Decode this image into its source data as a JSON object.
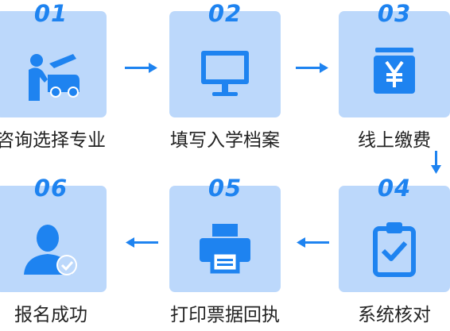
{
  "colors": {
    "accent": "#1e83f0",
    "box": "#bcd8fb",
    "text": "#222222"
  },
  "steps": [
    {
      "number": "01",
      "label": "咨询选择专业",
      "icon": "car-service-icon"
    },
    {
      "number": "02",
      "label": "填写入学档案",
      "icon": "monitor-icon"
    },
    {
      "number": "03",
      "label": "线上缴费",
      "icon": "yen-payment-icon"
    },
    {
      "number": "04",
      "label": "系统核对",
      "icon": "clipboard-check-icon"
    },
    {
      "number": "05",
      "label": "打印票据回执",
      "icon": "printer-icon"
    },
    {
      "number": "06",
      "label": "报名成功",
      "icon": "user-success-icon"
    }
  ]
}
